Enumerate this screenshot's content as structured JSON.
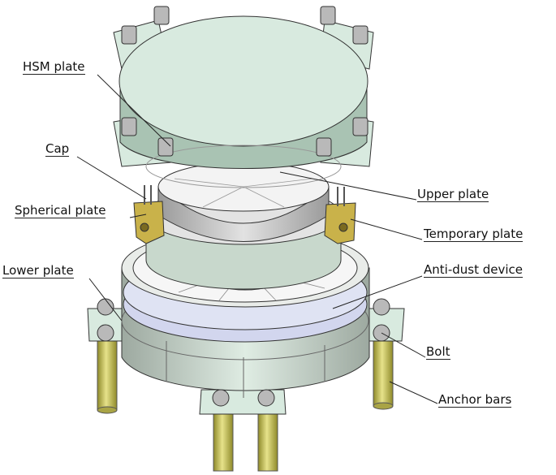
{
  "labels": {
    "hsm_plate": "HSM plate",
    "cap": "Cap",
    "spherical_plate": "Spherical plate",
    "lower_plate": "Lower plate",
    "upper_plate": "Upper plate",
    "temporary_plate": "Temporary plate",
    "anti_dust_device": "Anti-dust device",
    "bolt": "Bolt",
    "anchor_bars": "Anchor bars"
  },
  "colors": {
    "plate_green": "#d8eadf",
    "plate_green_dark": "#a9c3b3",
    "sphere_grey": "#cfcfcf",
    "lower_lavender": "#d2d6ee",
    "bar_yellow": "#c9c45a",
    "bracket_gold": "#c9b24a",
    "bolt_grey": "#b9b9b9",
    "line": "#333333"
  }
}
